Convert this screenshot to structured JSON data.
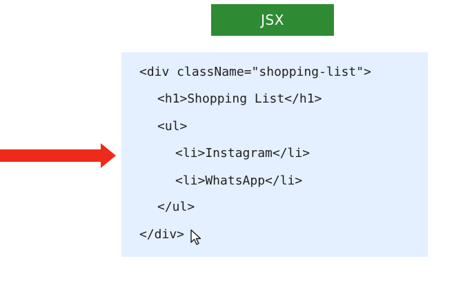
{
  "badge": {
    "label": "JSX",
    "color": "#2e8b34"
  },
  "arrow": {
    "color": "#ee2a1b",
    "icon": "right-arrow-icon"
  },
  "code": {
    "background": "#e4efff",
    "lines": [
      "<div className=\"shopping-list\">",
      "<h1>Shopping List</h1>",
      "<ul>",
      "<li>Instagram</li>",
      "<li>WhatsApp</li>",
      "</ul>",
      "</div>"
    ]
  },
  "pointer": {
    "icon": "mouse-cursor-icon"
  }
}
